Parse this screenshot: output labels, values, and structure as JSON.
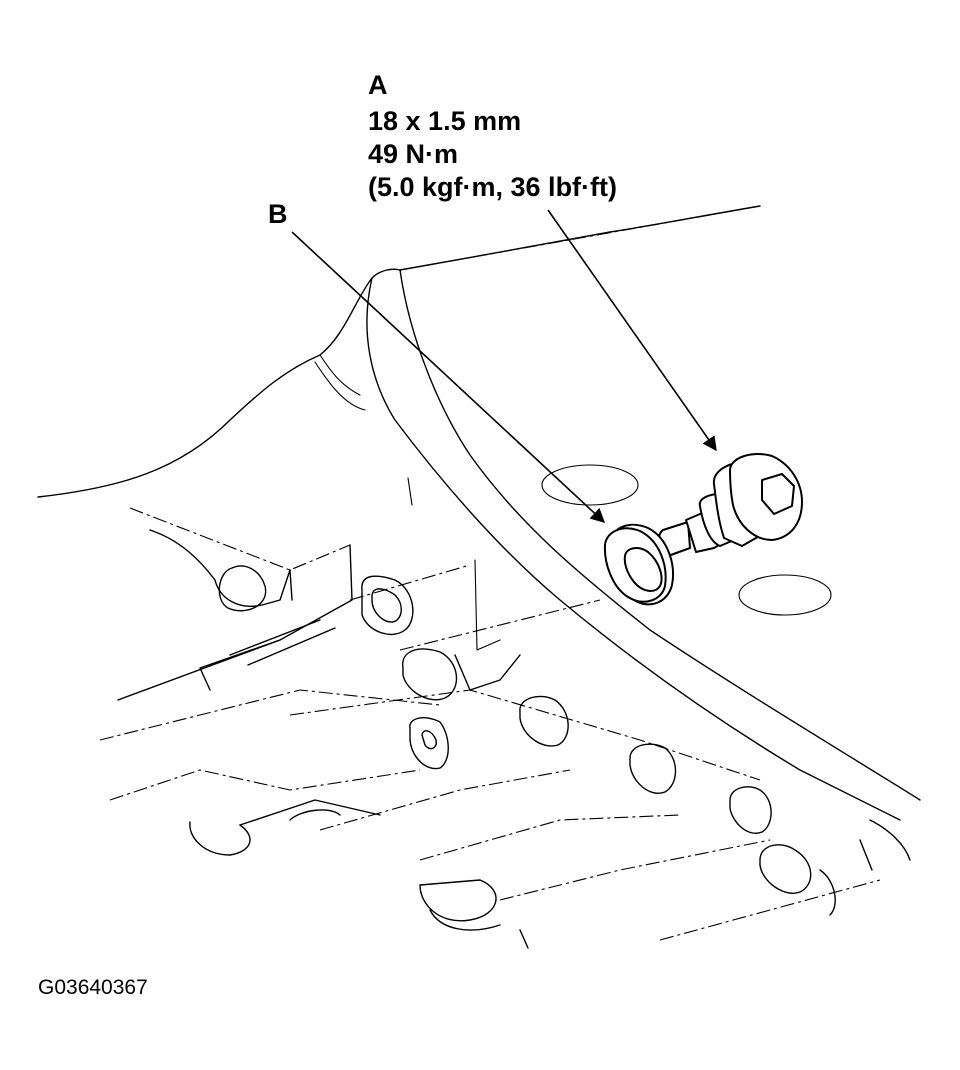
{
  "callout_a": {
    "letter": "A",
    "size": "18 x 1.5 mm",
    "torque_nm": "49 N·m",
    "torque_alt": "(5.0 kgf·m, 36 lbf·ft)"
  },
  "callout_b": {
    "letter": "B"
  },
  "figure_id": "G03640367",
  "icons": [
    "bolt",
    "washer"
  ]
}
